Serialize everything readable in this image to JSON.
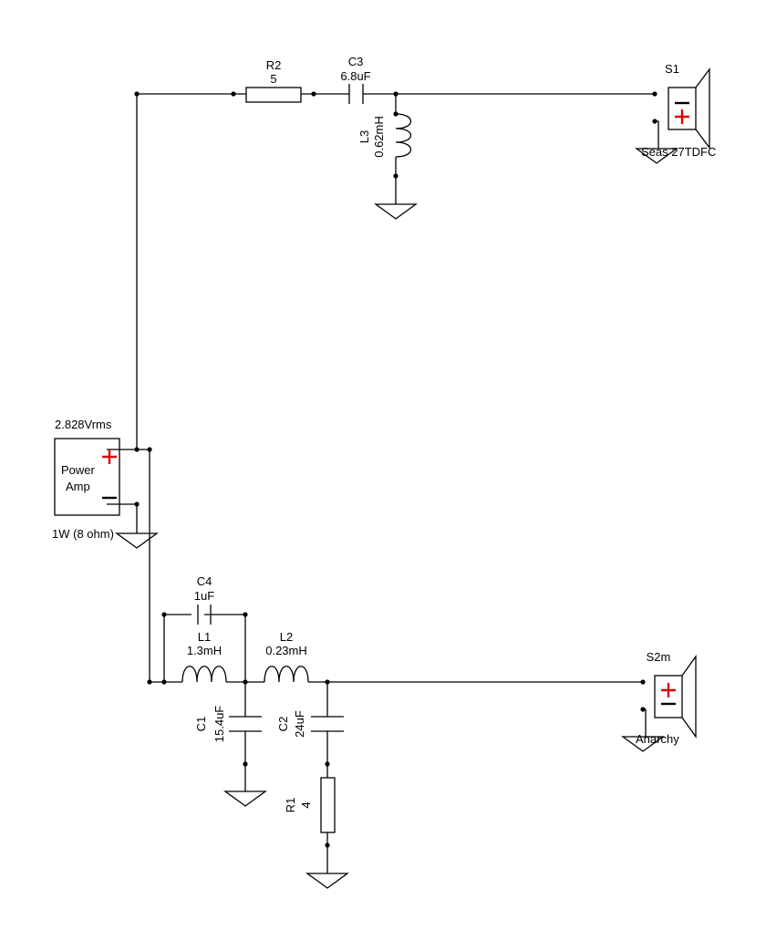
{
  "colors": {
    "wire": "#000000",
    "polarity_plus": "#dd0000",
    "background": "#ffffff"
  },
  "amp": {
    "voltage": "2.828Vrms",
    "name_line1": "Power",
    "name_line2": "Amp",
    "power": "1W (8 ohm)"
  },
  "components": {
    "R2": {
      "ref": "R2",
      "value": "5"
    },
    "C3": {
      "ref": "C3",
      "value": "6.8uF"
    },
    "L3": {
      "ref": "L3",
      "value": "0.62mH"
    },
    "S1": {
      "ref": "S1",
      "model": "Seas 27TDFC"
    },
    "C4": {
      "ref": "C4",
      "value": "1uF"
    },
    "L1": {
      "ref": "L1",
      "value": "1.3mH"
    },
    "L2": {
      "ref": "L2",
      "value": "0.23mH"
    },
    "C1": {
      "ref": "C1",
      "value": "15.4uF"
    },
    "C2": {
      "ref": "C2",
      "value": "24uF"
    },
    "R1": {
      "ref": "R1",
      "value": "4"
    },
    "S2": {
      "ref": "S2m",
      "model": "Anarchy"
    }
  }
}
